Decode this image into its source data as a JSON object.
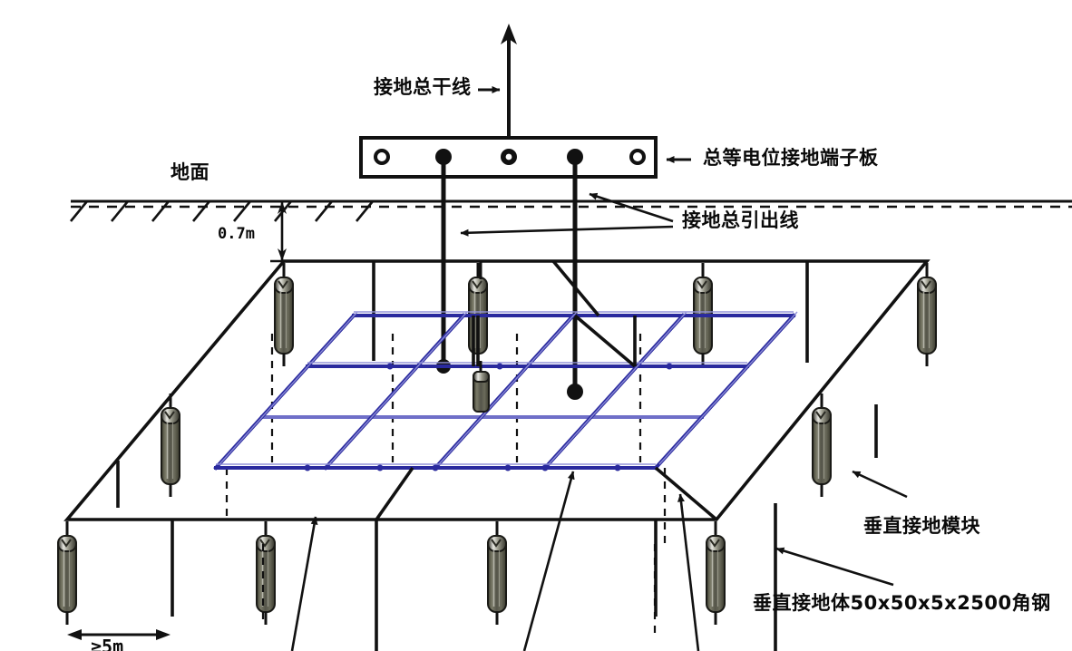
{
  "diagram": {
    "title_text_present": false,
    "labels": {
      "main_trunk": "接地总干线",
      "terminal_board": "总等电位接地端子板",
      "main_lead_out": "接地总引出线",
      "ground_surface": "地面",
      "depth": "0.7m",
      "vertical_module": "垂直接地模块",
      "vertical_body": "垂直接地体50x50x5x2500角钢",
      "spacing": "≥5m"
    },
    "vertical_body_spec": {
      "width_mm": 50,
      "depth_mm": 50,
      "thickness_mm": 5,
      "length_mm": 2500,
      "material": "角钢"
    },
    "burial_depth_m": 0.7,
    "min_spacing_m": 5,
    "colors": {
      "grid_blue": "#2a2a9e",
      "grid_blue_light": "#6f6fc8",
      "line_black": "#111111",
      "module_body": "#4d4d3e",
      "module_body_light": "#6e6e5c",
      "background": "#ffffff"
    },
    "terminal_board": {
      "open_holes": 2,
      "filled_terminals": 3,
      "total_holes": 5
    },
    "counts": {
      "down_leads": 2,
      "grid_rows": 3,
      "grid_cols": 4,
      "visible_modules": 12
    }
  }
}
